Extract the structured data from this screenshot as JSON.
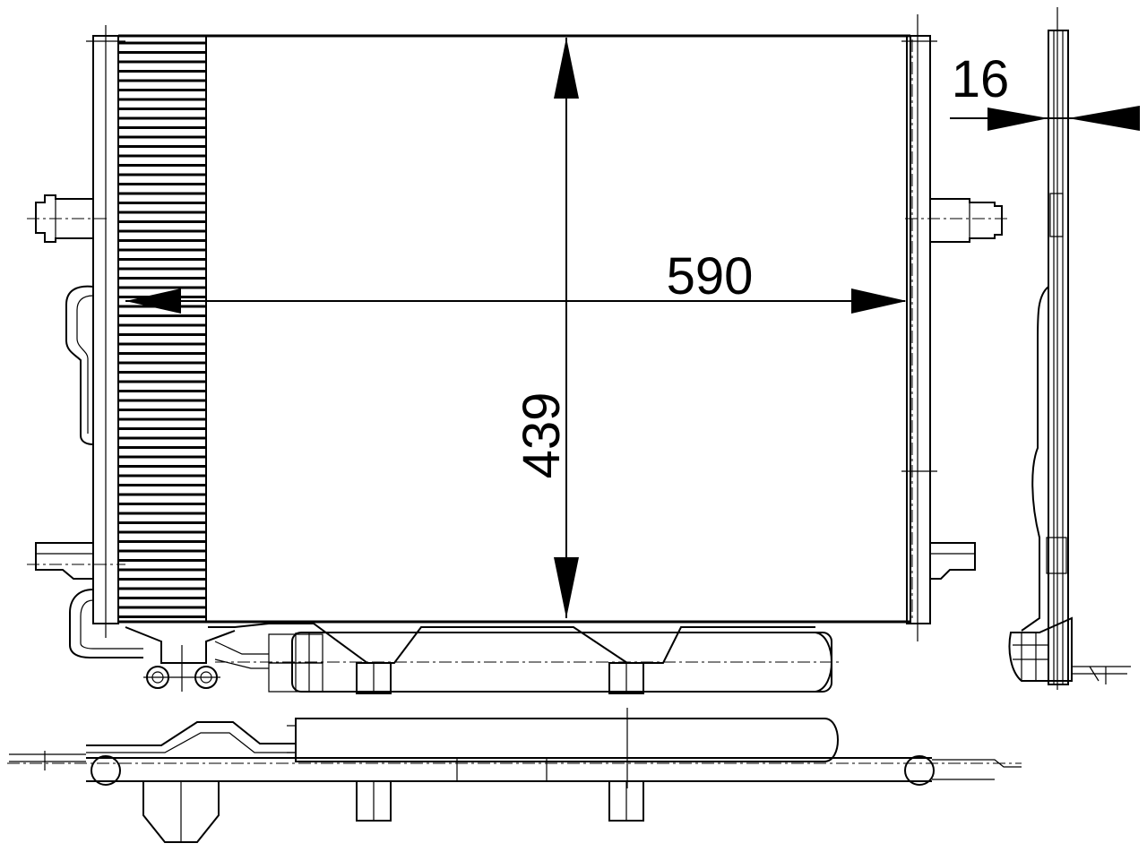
{
  "dimensions": {
    "width_label": "590",
    "height_label": "439",
    "thickness_label": "16"
  }
}
